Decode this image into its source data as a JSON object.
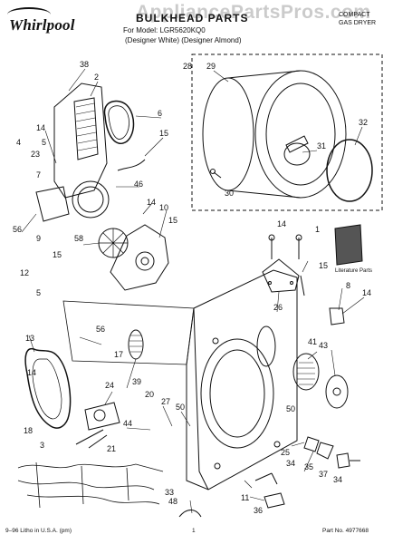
{
  "brand": {
    "name": "Whirlpool"
  },
  "header": {
    "watermark": "AppliancePartsPros.com",
    "title": "BULKHEAD PARTS",
    "subtitle": "For Model: LGR5620KQ0",
    "subtitle_color": "(Designer White) (Designer Almond)",
    "product_line1": "COMPACT",
    "product_line2": "GAS DRYER"
  },
  "literature": {
    "label": "Literature Parts"
  },
  "callouts": [
    "38",
    "2",
    "6",
    "14",
    "15",
    "4",
    "5",
    "23",
    "7",
    "46",
    "14",
    "10",
    "15",
    "56",
    "9",
    "15",
    "58",
    "28",
    "29",
    "31",
    "30",
    "32",
    "14",
    "1",
    "15",
    "26",
    "12",
    "5",
    "8",
    "14",
    "13",
    "56",
    "17",
    "14",
    "41",
    "43",
    "39",
    "20",
    "24",
    "27",
    "50",
    "50",
    "18",
    "44",
    "3",
    "21",
    "25",
    "33",
    "34",
    "35",
    "37",
    "34",
    "11",
    "36",
    "48"
  ],
  "footer": {
    "left": "9–96 Litho in U.S.A. (pm)",
    "center": "1",
    "right": "Part No. 4977668"
  }
}
